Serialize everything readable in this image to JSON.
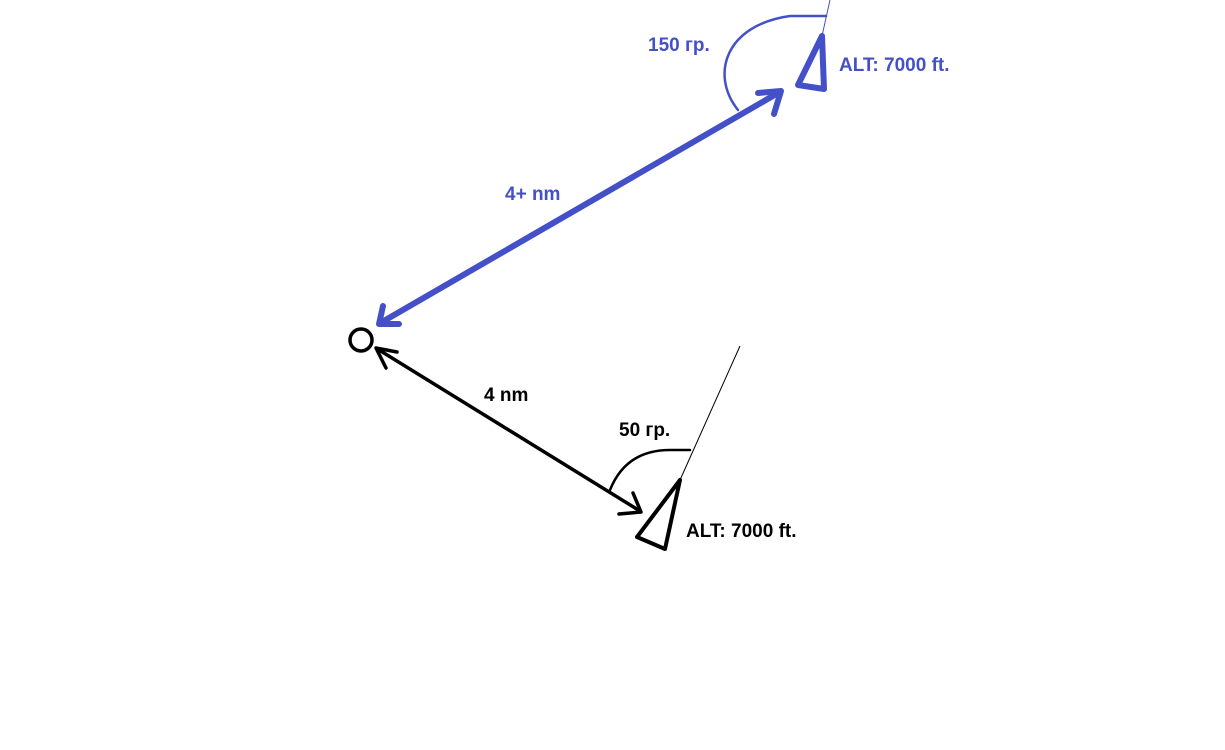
{
  "colors": {
    "blue": "#4450c8",
    "black": "#000000",
    "background": "#ffffff"
  },
  "blue_aircraft": {
    "distance_label": "4+ nm",
    "angle_label": "150 гр.",
    "altitude_label": "ALT: 7000 ft."
  },
  "black_aircraft": {
    "distance_label": "4 nm",
    "angle_label": "50 гр.",
    "altitude_label": "ALT: 7000 ft."
  }
}
